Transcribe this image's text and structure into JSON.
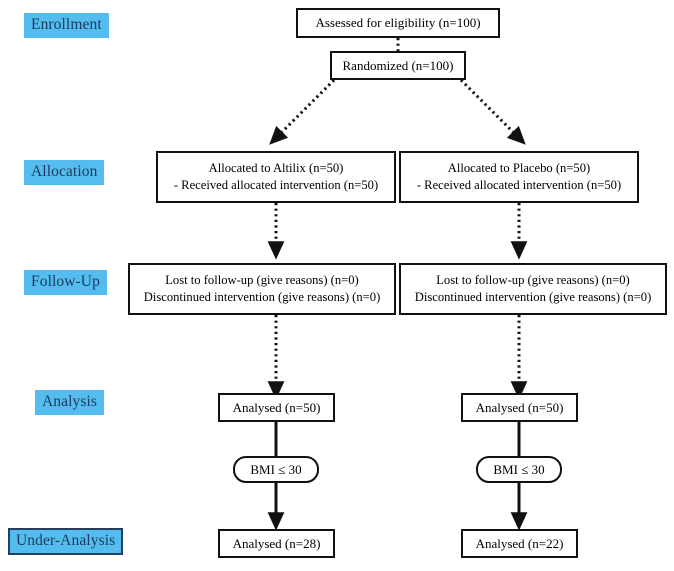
{
  "diagram": {
    "type": "consort-flow-diagram",
    "title": "CONSORT participant flow diagram",
    "colors": {
      "stage_label_background": "#55bcef",
      "stage_label_text": "#1b3a5c",
      "stage_label_border": "#23415e",
      "node_border": "#111111",
      "node_background": "#ffffff",
      "canvas_background": "#ffffff"
    }
  },
  "stages": [
    {
      "id": "enrollment",
      "label": "Enrollment",
      "boxed": false
    },
    {
      "id": "allocation",
      "label": "Allocation",
      "boxed": false
    },
    {
      "id": "follow-up",
      "label": "Follow-Up",
      "boxed": false
    },
    {
      "id": "analysis",
      "label": "Analysis",
      "boxed": false
    },
    {
      "id": "under-analysis",
      "label": "Under-Analysis",
      "boxed": true
    }
  ],
  "nodes": {
    "assessed": {
      "lines": [
        "Assessed for eligibility (n=100)"
      ]
    },
    "randomized": {
      "lines": [
        "Randomized (n=100)"
      ]
    },
    "alloc_left": {
      "lines": [
        "Allocated to Altilix (n=50)",
        "- Received allocated intervention (n=50)"
      ]
    },
    "alloc_right": {
      "lines": [
        "Allocated to Placebo (n=50)",
        "- Received allocated intervention (n=50)"
      ]
    },
    "follow_left": {
      "lines": [
        "Lost to follow-up (give reasons) (n=0)",
        "Discontinued intervention (give reasons) (n=0)"
      ]
    },
    "follow_right": {
      "lines": [
        "Lost to follow-up (give reasons) (n=0)",
        "Discontinued intervention (give reasons) (n=0)"
      ]
    },
    "analysed_left": {
      "lines": [
        "Analysed (n=50)"
      ]
    },
    "analysed_right": {
      "lines": [
        "Analysed (n=50)"
      ]
    },
    "bmi_left": {
      "lines": [
        "BMI ≤ 30"
      ]
    },
    "bmi_right": {
      "lines": [
        "BMI ≤ 30"
      ]
    },
    "final_left": {
      "lines": [
        "Analysed (n=28)"
      ]
    },
    "final_right": {
      "lines": [
        "Analysed (n=22)"
      ]
    }
  },
  "edges": [
    {
      "id": "assessed-to-randomized",
      "style": "dotted",
      "arrow": false
    },
    {
      "id": "randomized-to-alloc-left",
      "style": "dotted",
      "arrow": true
    },
    {
      "id": "randomized-to-alloc-right",
      "style": "dotted",
      "arrow": true
    },
    {
      "id": "alloc-left-to-follow-left",
      "style": "dotted",
      "arrow": true
    },
    {
      "id": "alloc-right-to-follow-right",
      "style": "dotted",
      "arrow": true
    },
    {
      "id": "follow-left-to-analysed-left",
      "style": "dotted",
      "arrow": true
    },
    {
      "id": "follow-right-to-analysed-right",
      "style": "dotted",
      "arrow": true
    },
    {
      "id": "analysed-left-to-final-left",
      "style": "solid",
      "arrow": true
    },
    {
      "id": "analysed-right-to-final-right",
      "style": "solid",
      "arrow": true
    }
  ]
}
